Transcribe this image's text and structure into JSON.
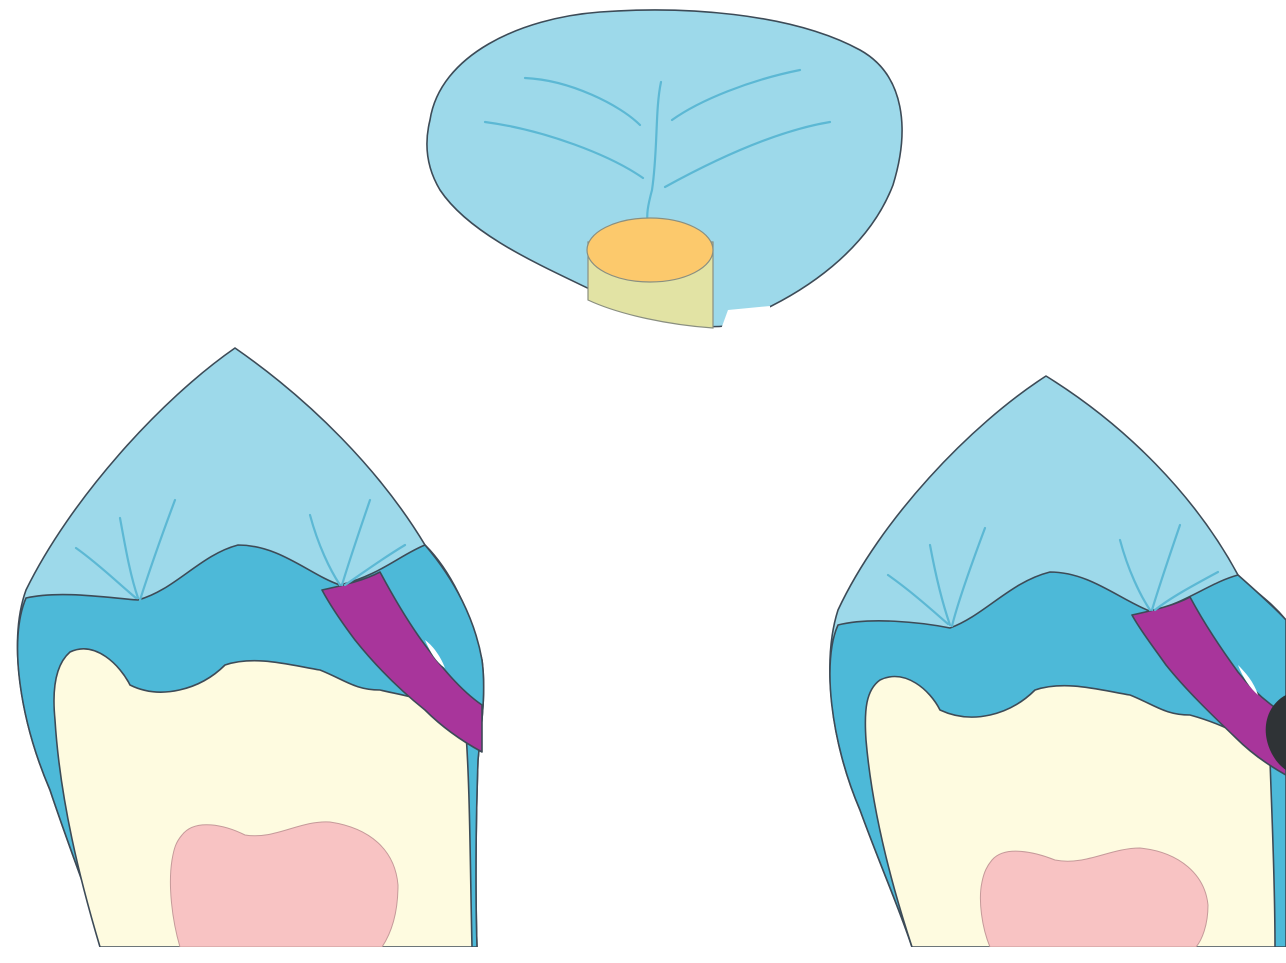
{
  "diagram": {
    "figures": [
      {
        "id": "occlusal-view",
        "structures": [
          "enamel",
          "fissures",
          "cavity-opening"
        ]
      },
      {
        "id": "cross-section-left",
        "structures": [
          "enamel-outer",
          "enamel-inner",
          "dentin",
          "pulp",
          "decay-channel",
          "fissures"
        ]
      },
      {
        "id": "cross-section-right",
        "structures": [
          "enamel-outer",
          "enamel-inner",
          "dentin",
          "pulp",
          "decay-channel",
          "fissures",
          "instrument-tip"
        ]
      }
    ],
    "colors": {
      "enamel_light": "#9dd9ea",
      "enamel_dark": "#4db9d8",
      "dentin": "#fefbe0",
      "pulp": "#f8c3c3",
      "decay": "#a8359b",
      "cavity_top": "#fcc96c",
      "cavity_wall": "#e2e3a4",
      "instrument": "#2f3336",
      "background": "#ffffff"
    }
  }
}
